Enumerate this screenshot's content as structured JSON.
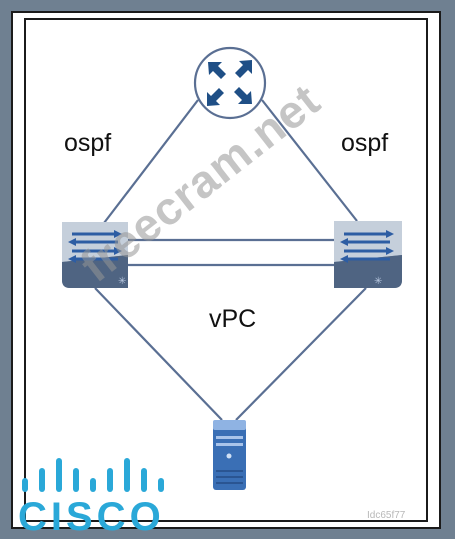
{
  "labels": {
    "left_link": "ospf",
    "right_link": "ospf",
    "vpc": "vPC"
  },
  "watermark": "freecram.net",
  "image_id": "Idc65f77",
  "logo": {
    "word": "CISCO"
  },
  "colors": {
    "background": "#6f8091",
    "link_line": "#5a6f93",
    "router_fill": "#ffffff",
    "router_arrows": "#1f4f86",
    "switch_body": "#7d8ea3",
    "server_body": "#3a6fb5",
    "cisco_blue": "#2aa8d8"
  },
  "icons": [
    "router-icon",
    "switch-icon",
    "switch-icon",
    "server-icon",
    "cisco-logo-icon"
  ]
}
